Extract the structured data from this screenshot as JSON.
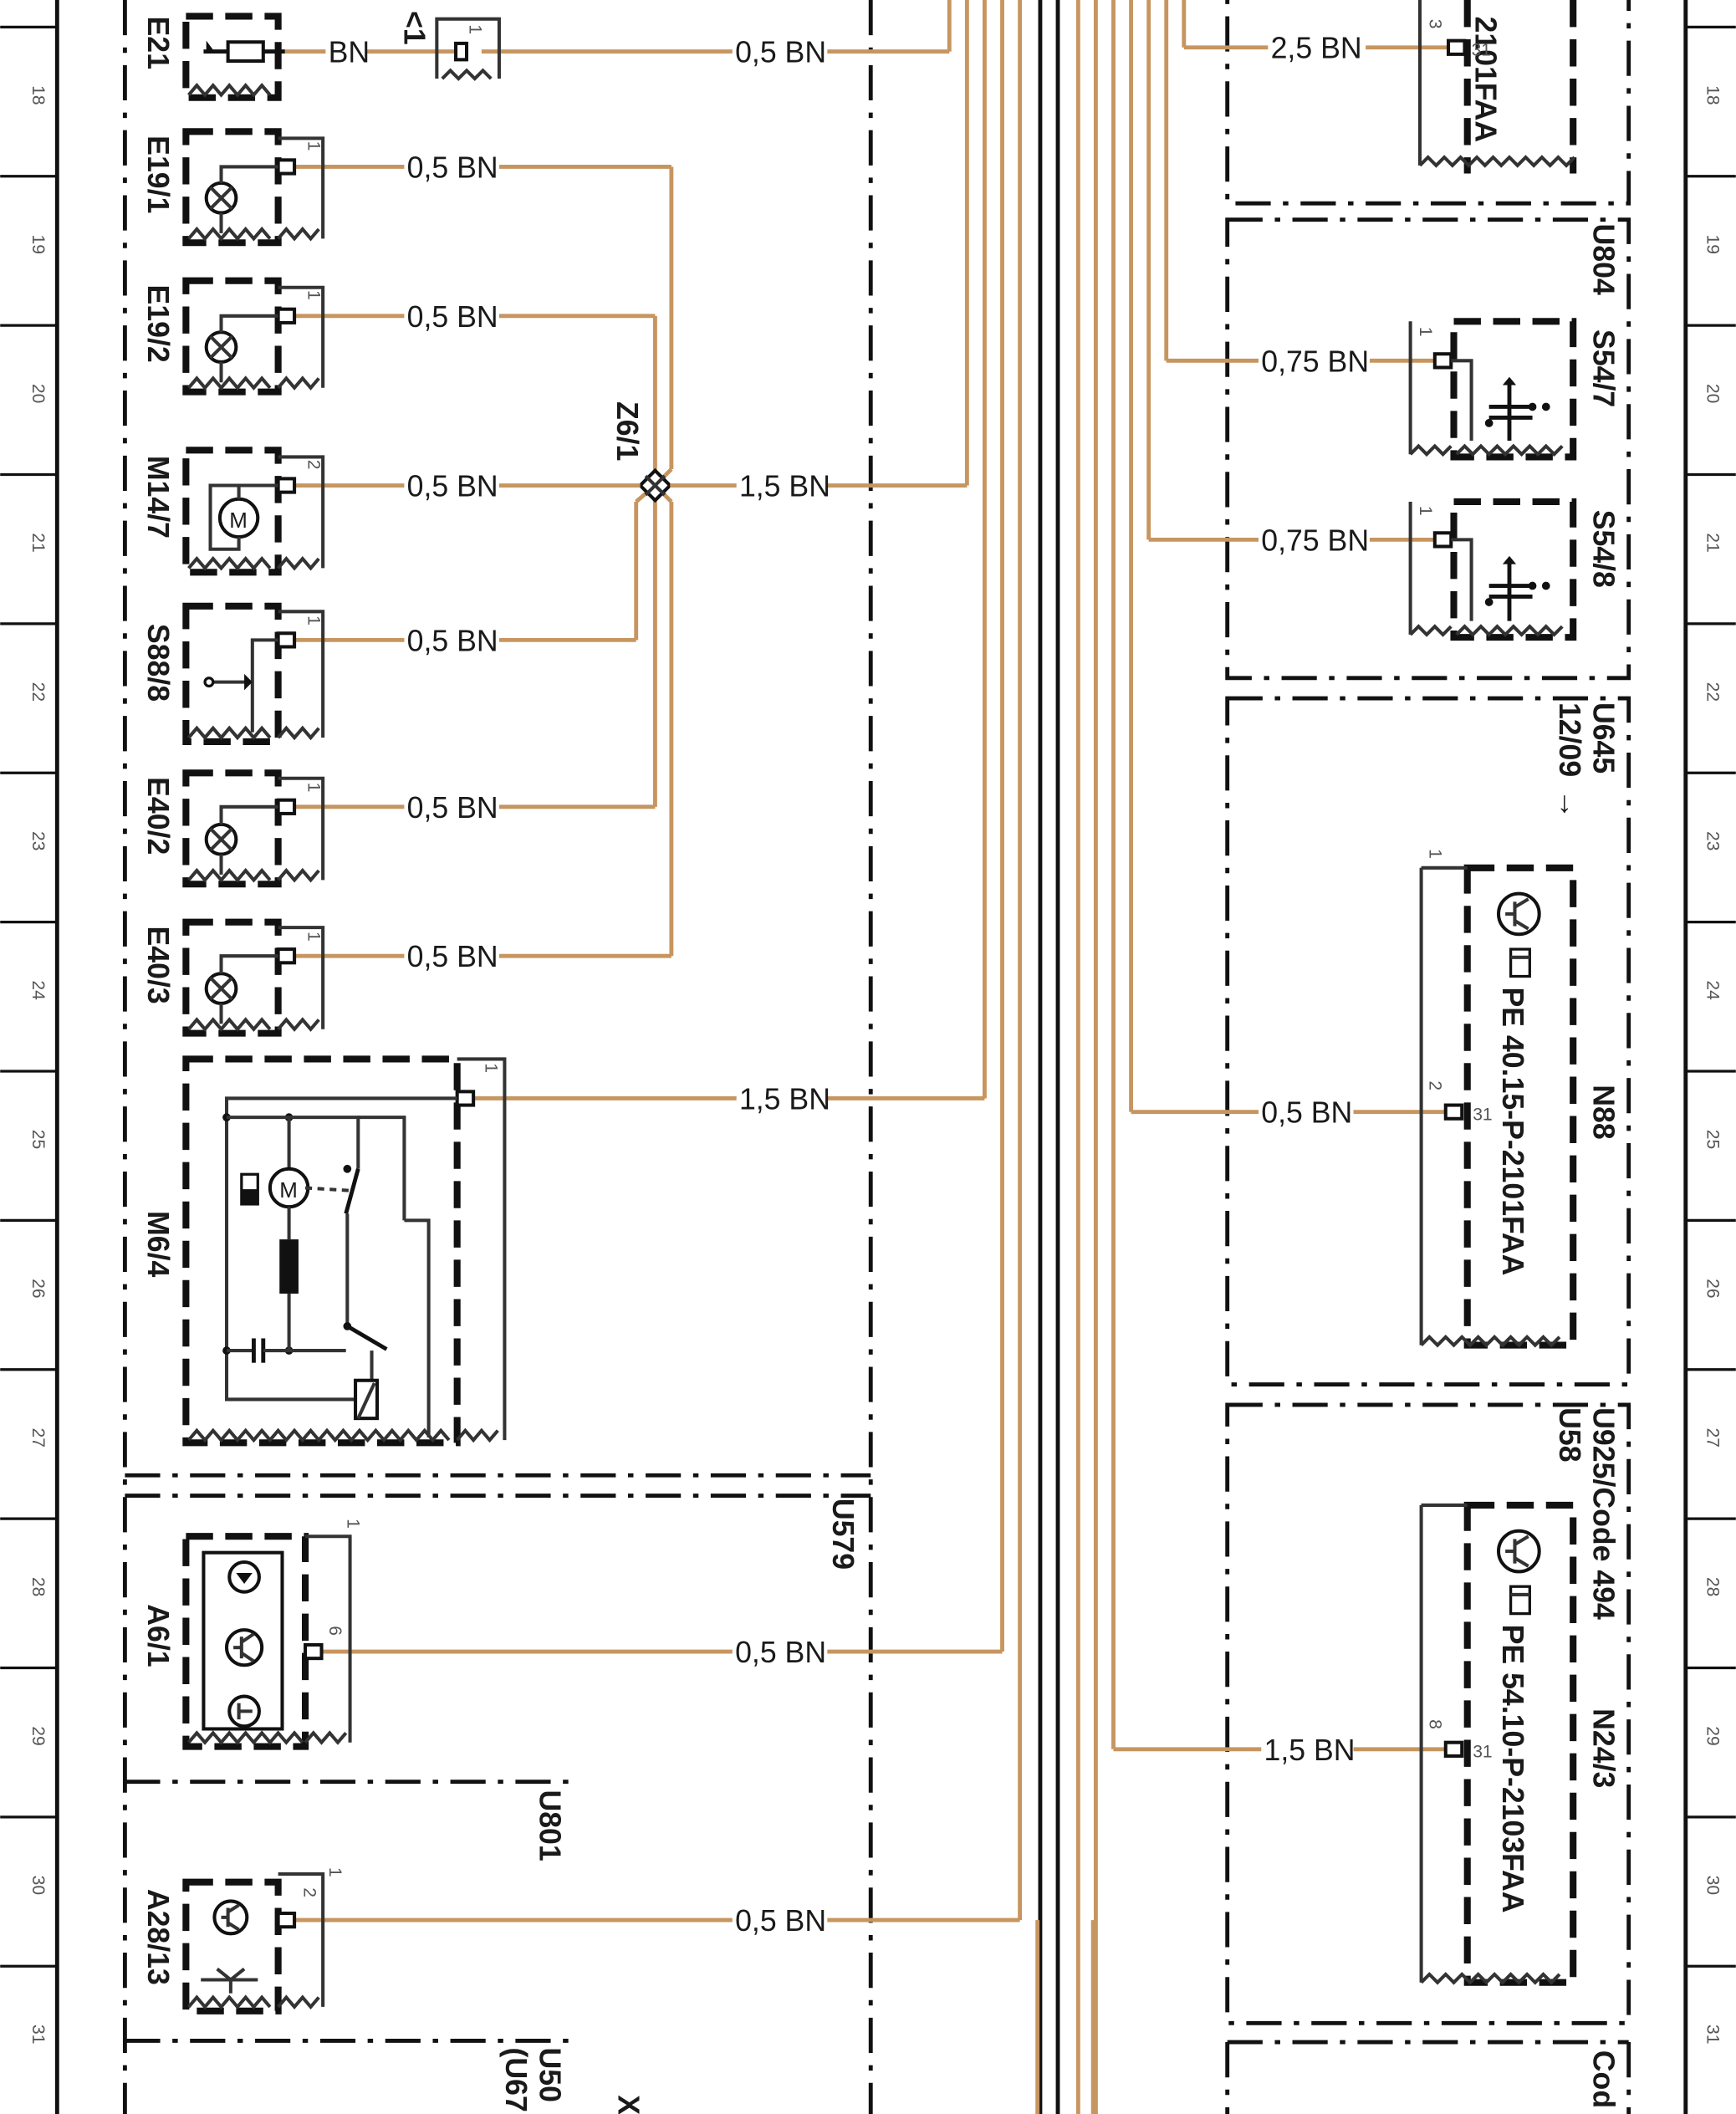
{
  "colors": {
    "wire": "#c7955f",
    "line": "#111111",
    "background": "#ffffff",
    "grid_text": "#555555"
  },
  "grid": {
    "rows": [
      "18",
      "19",
      "20",
      "21",
      "22",
      "23",
      "24",
      "25",
      "26",
      "27",
      "28",
      "29",
      "30",
      "31"
    ]
  },
  "left_components": {
    "e21": "E21",
    "e19_1": "E19/1",
    "e19_2": "E19/2",
    "m14_7": "M14/7",
    "s88_8": "S88/8",
    "e40_2": "E40/2",
    "e40_3": "E40/3",
    "m6_4": "M6/4",
    "a6_1": "A6/1",
    "a28_13": "A28/13"
  },
  "splice": {
    "label": "Z6/1"
  },
  "top_connector": {
    "label": "<1"
  },
  "regions": {
    "u579": "U579",
    "u801": "U801",
    "u50": "U50",
    "u67": "(U67",
    "x_partial": "X",
    "u804": "U804",
    "u645": "U645",
    "u645_date": "12/09",
    "u645_arrow": "→",
    "u925": "U925/Code 494",
    "u58": "U58",
    "code_partial": "Cod"
  },
  "right_components": {
    "top_partial": "2101FAA",
    "s54_7": "S54/7",
    "s54_8": "S54/8",
    "n88": "N88",
    "n88_ref": "PE 40.15-P-2101FAA",
    "n24_3": "N24/3",
    "n24_3_ref": "PE 54.10-P-2103FAA",
    "n88_icon": "transistor-icon",
    "n24_3_icon": "transistor-icon",
    "ref_icon": "pointing-hand-icon"
  },
  "wires": {
    "e21": "BN",
    "e21_trunk": "0,5 BN",
    "e19_1": "0,5 BN",
    "e19_2": "0,5 BN",
    "m14_7": "0,5 BN",
    "z6_1_out": "1,5 BN",
    "s88_8": "0,5 BN",
    "e40_2": "0,5 BN",
    "e40_3": "0,5 BN",
    "m6_4": "1,5 BN",
    "a6_1": "0,5 BN",
    "a28_13": "0,5 BN",
    "top_right": "2,5 BN",
    "s54_7": "0,75 BN",
    "s54_8": "0,75 BN",
    "n88": "0,5 BN",
    "n24_3": "1,5 BN"
  },
  "pins": {
    "one": "1",
    "two": "2",
    "three": "3",
    "six": "6",
    "eight": "8",
    "thirty_one": "31"
  }
}
